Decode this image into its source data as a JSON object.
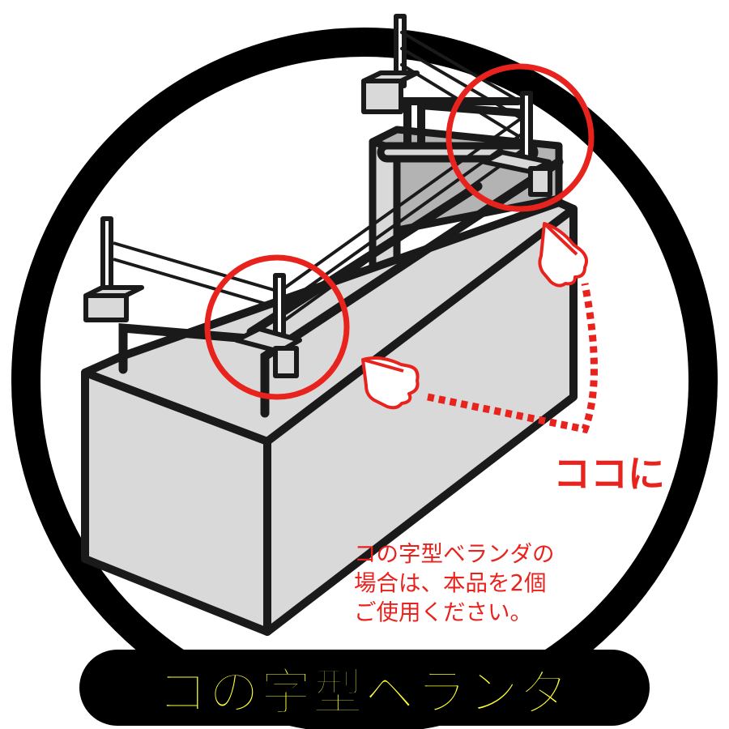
{
  "callout": {
    "label": "ココに"
  },
  "note": {
    "lines": [
      "コの字型ベランダの",
      "場合は、本品を2個",
      "ご使用ください。"
    ]
  },
  "banner": {
    "title": "コの字型ベランダ"
  },
  "colors": {
    "accent_red": "#e8231e",
    "banner_text": "#ffff33",
    "banner_outline": "#000000",
    "block_fill": "#d9d9d9",
    "outline": "#1a1a1a"
  },
  "icons": [
    "pointing-hand-icon",
    "pointing-hand-icon"
  ]
}
